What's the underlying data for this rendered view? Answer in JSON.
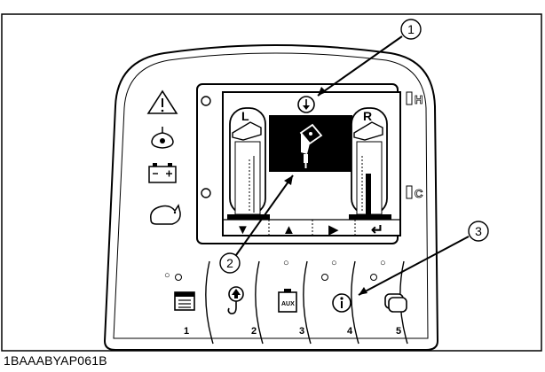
{
  "figure_code": "1BAAABYAP061B",
  "callouts": [
    "1",
    "2",
    "3"
  ],
  "gauges": {
    "left_label": "L",
    "right_label": "R",
    "gauge_number": "2"
  },
  "range_marks": {
    "high": "H",
    "cold": "C"
  },
  "icons": {
    "warning": "warning-triangle-icon",
    "oil": "oil-pressure-icon",
    "battery": "battery-icon",
    "speed": "rabbit-speed-icon",
    "display_center": "auxiliary-attachment-icon",
    "scroll_indicator": "down-arrow-circle-icon",
    "buttons": [
      "menu-list-icon",
      "hook-icon",
      "aux-icon",
      "info-icon",
      "screens-icon"
    ]
  },
  "soft_keys": [
    "▼",
    "▲",
    "▶",
    "↵"
  ],
  "panel_buttons": [
    {
      "number": "1",
      "dot": "○"
    },
    {
      "number": "2",
      "dot": "○"
    },
    {
      "number": "3",
      "dot": "○"
    },
    {
      "number": "4",
      "dot": "○"
    },
    {
      "number": "5",
      "dot": "○"
    }
  ]
}
